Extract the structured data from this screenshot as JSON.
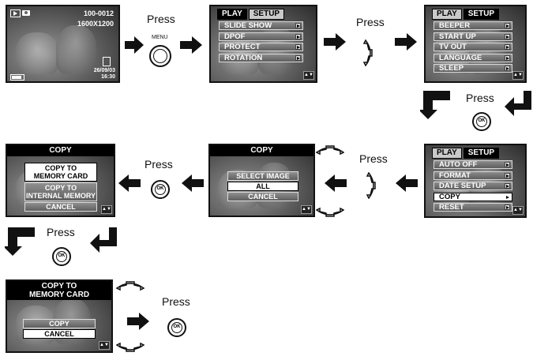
{
  "press_label": "Press",
  "menu_key_label": "MENU",
  "ok_label": "OK",
  "updown_symbol": "▲▼",
  "preview": {
    "file_number": "100-0012",
    "resolution": "1600X1200",
    "date": "26/09/03",
    "time": "16:30"
  },
  "play_menu": {
    "tabs": [
      "PLAY",
      "SETUP"
    ],
    "items": [
      "SLIDE SHOW",
      "DPOF",
      "PROTECT",
      "ROTATION"
    ]
  },
  "setup_menu_1": {
    "tabs": [
      "PLAY",
      "SETUP"
    ],
    "items": [
      "BEEPER",
      "START UP",
      "TV OUT",
      "LANGUAGE",
      "SLEEP"
    ]
  },
  "setup_menu_2": {
    "tabs": [
      "PLAY",
      "SETUP"
    ],
    "items": [
      "AUTO OFF",
      "FORMAT",
      "DATE SETUP",
      "COPY",
      "RESET"
    ],
    "selected": "COPY"
  },
  "copy_screen_1": {
    "title": "COPY",
    "options": [
      "SELECT IMAGE",
      "ALL",
      "CANCEL"
    ],
    "selected": "ALL"
  },
  "copy_screen_2": {
    "title": "COPY",
    "options": [
      "COPY TO MEMORY CARD",
      "COPY TO INTERNAL MEMORY",
      "CANCEL"
    ],
    "option_lines": [
      [
        "COPY TO",
        "MEMORY CARD"
      ],
      [
        "COPY TO",
        "INTERNAL MEMORY"
      ],
      [
        "CANCEL"
      ]
    ],
    "selected": "COPY TO MEMORY CARD"
  },
  "copy_screen_3": {
    "title_lines": [
      "COPY TO",
      "MEMORY CARD"
    ],
    "options": [
      "COPY",
      "CANCEL"
    ],
    "selected": "CANCEL"
  }
}
